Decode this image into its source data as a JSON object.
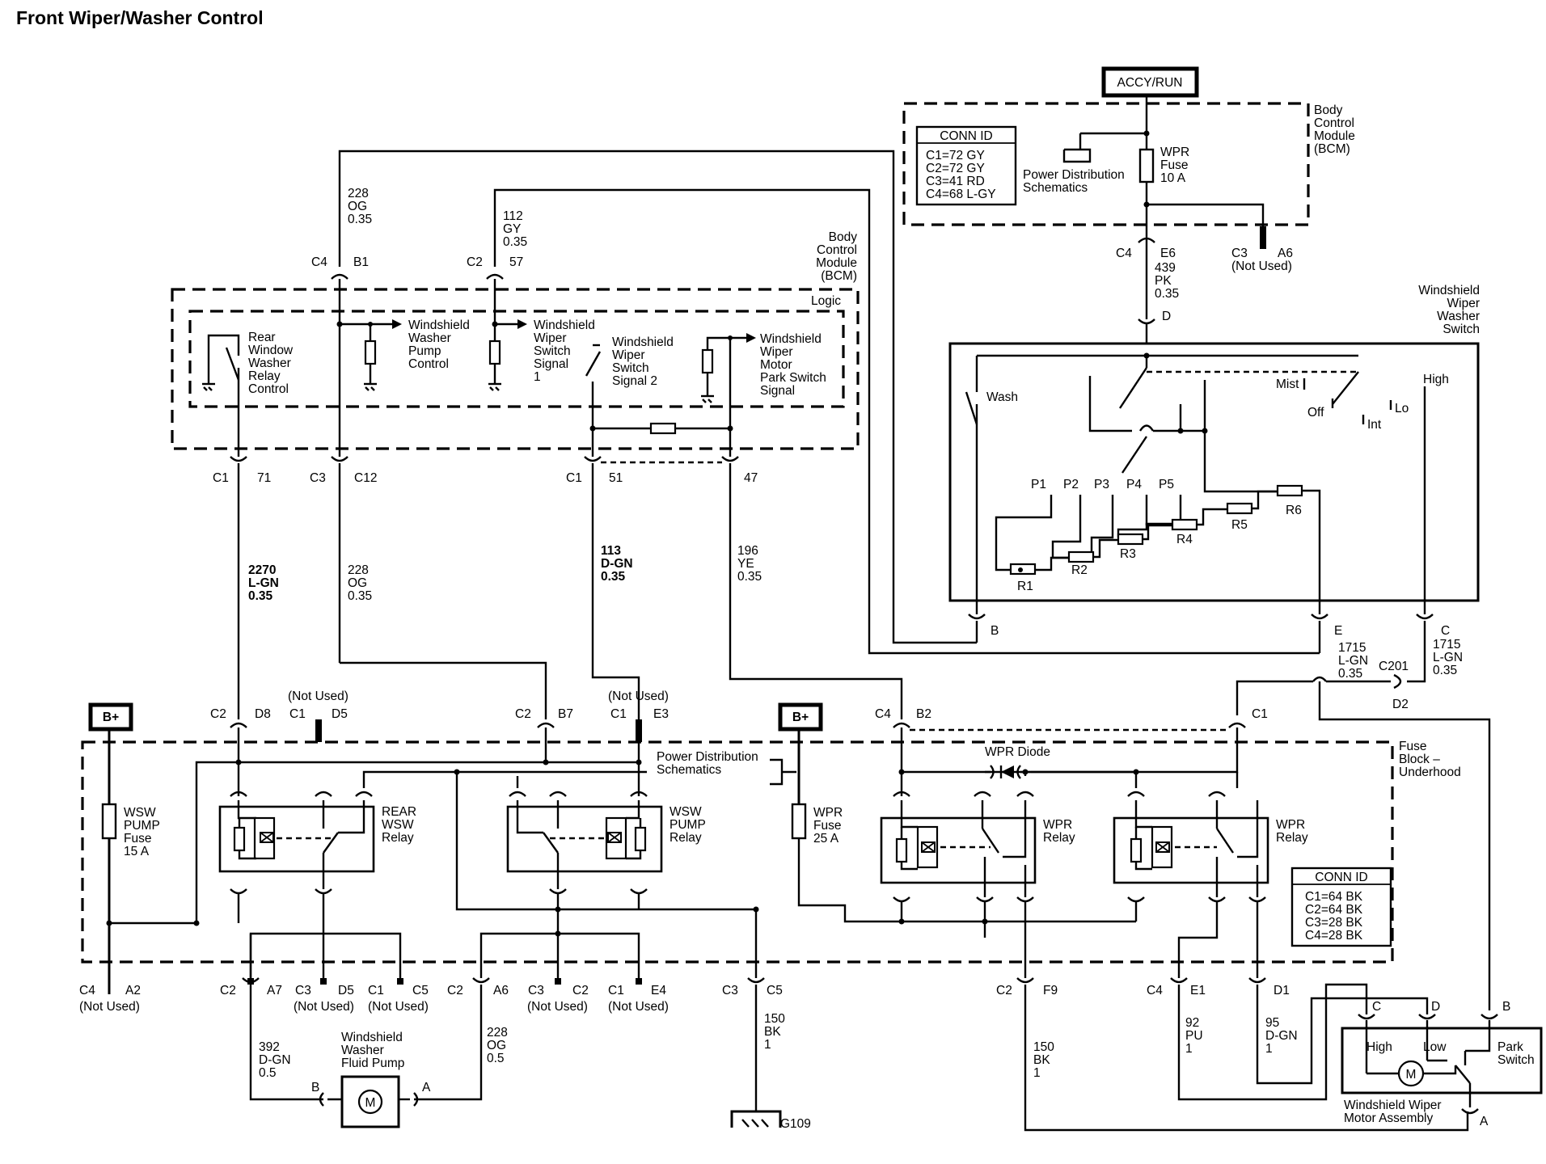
{
  "title": "Front Wiper/Washer Control",
  "power": {
    "accy_run": "ACCY/RUN",
    "bplus": "B+"
  },
  "bcm": {
    "label": [
      "Body",
      "Control",
      "Module",
      "(BCM)"
    ],
    "logic": "Logic",
    "conn_id": {
      "title": "CONN ID",
      "rows": [
        "C1=72 GY",
        "C2=72 GY",
        "C3=41 RD",
        "C4=68 L-GY"
      ]
    },
    "power_dist": [
      "Power Distribution",
      "Schematics"
    ],
    "wpr_fuse": [
      "WPR",
      "Fuse",
      "10 A"
    ],
    "functions": {
      "rear_relay": [
        "Rear",
        "Window",
        "Washer",
        "Relay",
        "Control"
      ],
      "pump_control": [
        "Windshield",
        "Washer",
        "Pump",
        "Control"
      ],
      "switch_signal_1": [
        "Windshield",
        "Wiper",
        "Switch",
        "Signal",
        "1"
      ],
      "switch_signal_2": [
        "Windshield",
        "Wiper",
        "Switch",
        "Signal 2"
      ],
      "park_switch": [
        "Windshield",
        "Wiper",
        "Motor",
        "Park Switch",
        "Signal"
      ]
    }
  },
  "connectors": {
    "c4": "C4",
    "c3": "C3",
    "c2": "C2",
    "c1": "C1",
    "b1": "B1",
    "p57": "57",
    "p71": "71",
    "c12": "C12",
    "p51": "51",
    "p47": "47",
    "e6": "E6",
    "a6": "A6",
    "d": "D",
    "not_used": "(Not Used)",
    "b": "B",
    "e": "E",
    "c": "C",
    "c201": "C201",
    "d2": "D2",
    "d8": "D8",
    "d5": "D5",
    "b7": "B7",
    "e3": "E3",
    "b2": "B2",
    "a2": "A2",
    "a7": "A7",
    "c5": "C5",
    "e4": "E4",
    "f9": "F9",
    "e1": "E1",
    "d1": "D1",
    "a": "A",
    "g109": "G109"
  },
  "wires": {
    "w228_top": [
      "228",
      "OG",
      "0.35"
    ],
    "w112": [
      "112",
      "GY",
      "0.35"
    ],
    "w439": [
      "439",
      "PK",
      "0.35"
    ],
    "w2270": [
      "2270",
      "L-GN",
      "0.35"
    ],
    "w228_mid": [
      "228",
      "OG",
      "0.35"
    ],
    "w113": [
      "113",
      "D-GN",
      "0.35"
    ],
    "w196": [
      "196",
      "YE",
      "0.35"
    ],
    "w1715_e": [
      "1715",
      "L-GN",
      "0.35"
    ],
    "w1715_c": [
      "1715",
      "L-GN",
      "0.35"
    ],
    "w392": [
      "392",
      "D-GN",
      "0.5"
    ],
    "w228_pump": [
      "228",
      "OG",
      "0.5"
    ],
    "w150_gnd": [
      "150",
      "BK",
      "1"
    ],
    "w150_f9": [
      "150",
      "BK",
      "1"
    ],
    "w92": [
      "92",
      "PU",
      "1"
    ],
    "w95": [
      "95",
      "D-GN",
      "1"
    ]
  },
  "switch": {
    "label": [
      "Windshield",
      "Wiper",
      "Washer",
      "Switch"
    ],
    "wash": "Wash",
    "mist": "Mist",
    "off": "Off",
    "int": "Int",
    "lo": "Lo",
    "high": "High",
    "pulses": [
      "P1",
      "P2",
      "P3",
      "P4",
      "P5"
    ],
    "resistors": [
      "R1",
      "R2",
      "R3",
      "R4",
      "R5",
      "R6"
    ]
  },
  "fuse_block": {
    "label": [
      "Fuse",
      "Block –",
      "Underhood"
    ],
    "wsw_fuse": [
      "WSW",
      "PUMP",
      "Fuse",
      "15 A"
    ],
    "wpr_fuse": [
      "WPR",
      "Fuse",
      "25 A"
    ],
    "rear_relay": [
      "REAR",
      "WSW",
      "Relay"
    ],
    "pump_relay": [
      "WSW",
      "PUMP",
      "Relay"
    ],
    "wpr_relay": [
      "WPR",
      "Relay"
    ],
    "power_dist": [
      "Power Distribution",
      "Schematics"
    ],
    "diode": "WPR Diode",
    "conn_id": {
      "title": "CONN ID",
      "rows": [
        "C1=64 BK",
        "C2=64 BK",
        "C3=28 BK",
        "C4=28 BK"
      ]
    }
  },
  "pump": {
    "label": [
      "Windshield",
      "Washer",
      "Fluid Pump"
    ],
    "motor": "M"
  },
  "motor": {
    "high": "High",
    "low": "Low",
    "park": [
      "Park",
      "Switch"
    ],
    "m": "M",
    "label": [
      "Windshield Wiper",
      "Motor Assembly"
    ]
  }
}
